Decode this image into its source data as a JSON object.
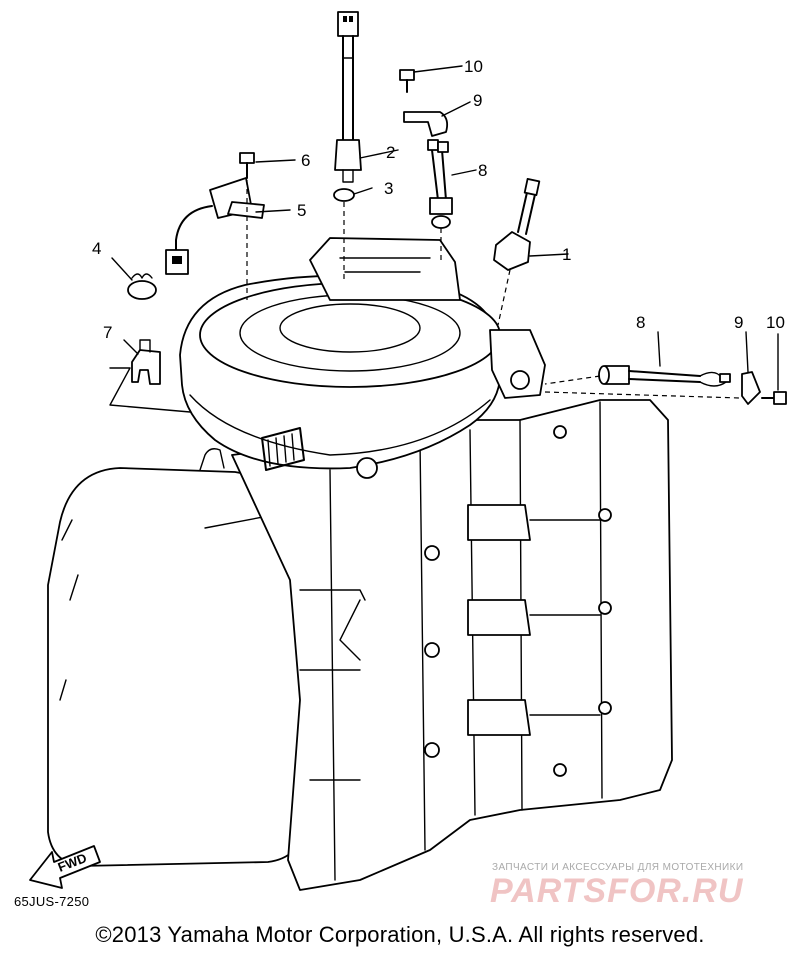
{
  "diagram": {
    "callouts": [
      {
        "id": "num-1",
        "label": "1"
      },
      {
        "id": "num-2",
        "label": "2"
      },
      {
        "id": "num-3",
        "label": "3"
      },
      {
        "id": "num-4",
        "label": "4"
      },
      {
        "id": "num-5",
        "label": "5"
      },
      {
        "id": "num-6",
        "label": "6"
      },
      {
        "id": "num-7",
        "label": "7"
      },
      {
        "id": "num-8a",
        "label": "8"
      },
      {
        "id": "num-8b",
        "label": "8"
      },
      {
        "id": "num-9a",
        "label": "9"
      },
      {
        "id": "num-9b",
        "label": "9"
      },
      {
        "id": "num-10a",
        "label": "10"
      },
      {
        "id": "num-10b",
        "label": "10"
      }
    ],
    "fwd_label": "FWD",
    "code": "65JUS-7250"
  },
  "footer": {
    "copyright": "©2013 Yamaha Motor Corporation, U.S.A. All rights reserved."
  },
  "watermark": {
    "tagline": "ЗАПЧАСТИ И АКСЕССУАРЫ ДЛЯ МОТОТЕХНИКИ",
    "logo": "PARTSFOR.RU"
  }
}
